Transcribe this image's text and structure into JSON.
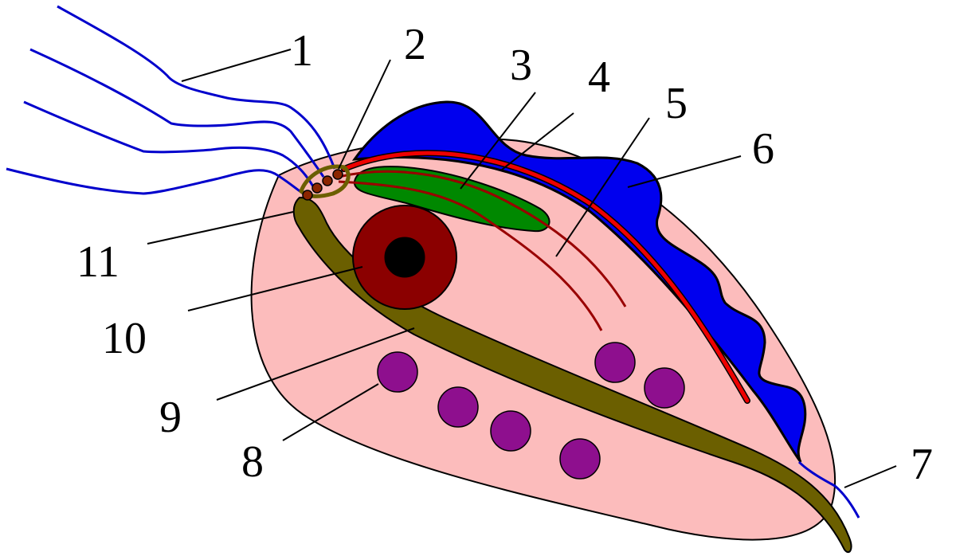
{
  "colors": {
    "body_fill": "#fcbcbc",
    "membrane": "#0000ee",
    "flagella": "#0000cc",
    "costa": "#6b5f00",
    "nucleus_outer": "#8b0000",
    "nucleus_inner": "#000000",
    "parabasal": "#008800",
    "red_fiber": "#ee0000",
    "dark_fiber": "#990000",
    "granules": "#8e0f8e",
    "basal_bodies": "#8b2500"
  },
  "labels": [
    {
      "id": "1",
      "text": "1"
    },
    {
      "id": "2",
      "text": "2"
    },
    {
      "id": "3",
      "text": "3"
    },
    {
      "id": "4",
      "text": "4"
    },
    {
      "id": "5",
      "text": "5"
    },
    {
      "id": "6",
      "text": "6"
    },
    {
      "id": "7",
      "text": "7"
    },
    {
      "id": "8",
      "text": "8"
    },
    {
      "id": "9",
      "text": "9"
    },
    {
      "id": "10",
      "text": "10"
    },
    {
      "id": "11",
      "text": "11"
    }
  ]
}
